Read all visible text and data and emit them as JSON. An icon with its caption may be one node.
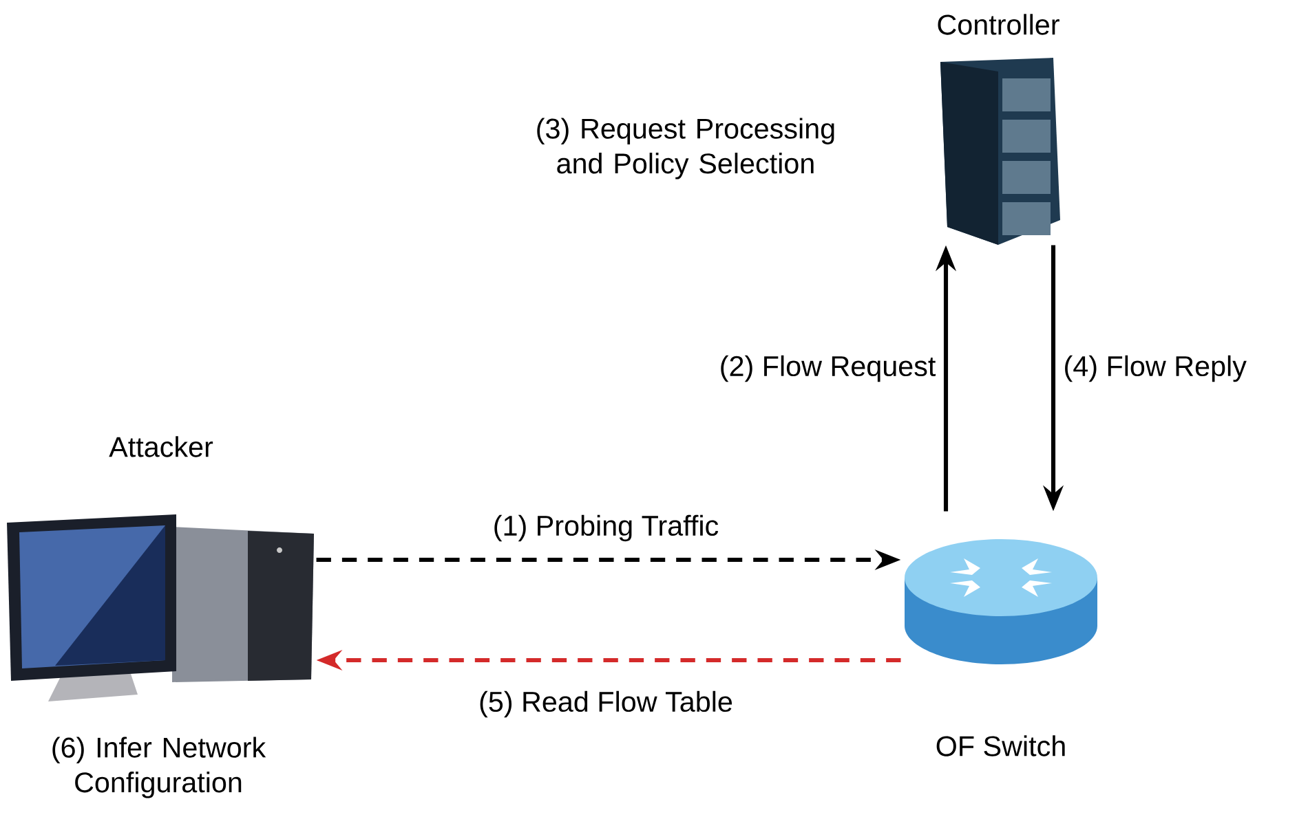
{
  "diagram": {
    "nodes": [
      {
        "text": [
          "Attacker"
        ]
      },
      {
        "text": [
          "Controller"
        ]
      },
      {
        "text": [
          "OF Switch"
        ]
      }
    ],
    "edges": [
      {
        "from": 0,
        "to": 2,
        "arrow": "to",
        "label": "(1) Probing Traffic",
        "style": "dashed"
      },
      {
        "from": 2,
        "to": 1,
        "arrow": "to",
        "label": "(2) Flow Request"
      },
      {
        "from": 1,
        "to": 2,
        "arrow": "to",
        "label": "(4) Flow Reply"
      },
      {
        "from": 2,
        "to": 0,
        "arrow": "to",
        "label": "(5) Read Flow Table",
        "style": "dashed",
        "color": "#d42a2a"
      }
    ],
    "labels": [
      "(3) Request Processing and Policy Selection",
      "(6) Infer Network Configuration"
    ]
  }
}
